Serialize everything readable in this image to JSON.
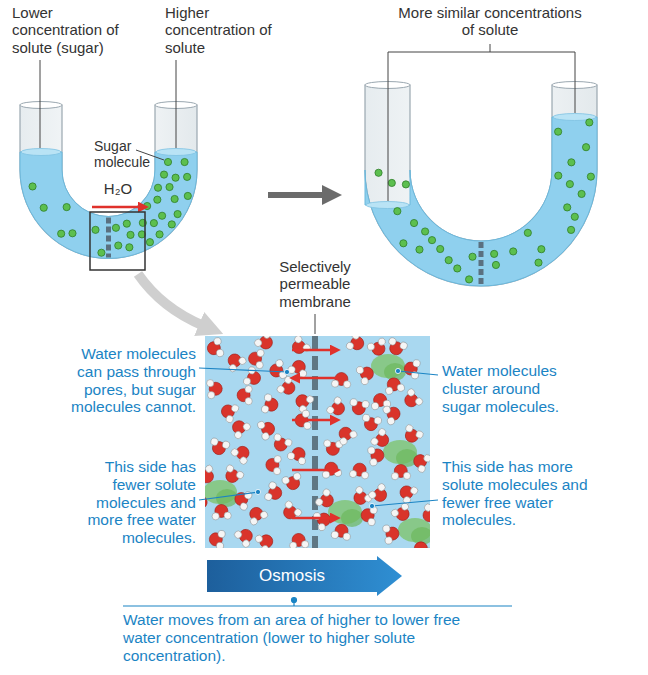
{
  "diagram": {
    "nodes": [
      {
        "text": [
          "Osmosis"
        ]
      }
    ],
    "labels": [
      "Lower concentration of solute (sugar)",
      "Higher concentration of solute",
      "Sugar molecule",
      "H₂O",
      "More similar concentrations of solute",
      "Selectively permeable membrane",
      "Water molecules can pass through pores, but sugar molecules cannot.",
      "Water molecules cluster around sugar molecules.",
      "This side has fewer solute molecules and more free water molecules.",
      "This side has more solute molecules and fewer free water molecules.",
      "Water moves from an area of higher to lower free water concentration (lower to higher solute concentration)."
    ]
  }
}
